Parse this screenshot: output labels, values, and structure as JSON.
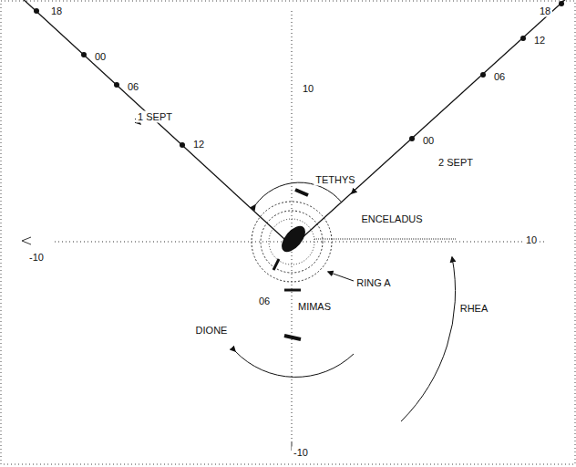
{
  "diagram": {
    "labels": [
      "18",
      "00",
      "1 SEPT",
      "06",
      "12",
      "10",
      "18",
      "12",
      "06",
      "2 SEPT",
      "00",
      "TETHYS",
      "ENCELADUS",
      "-10",
      "10",
      "RING A",
      "06",
      "MIMAS",
      "RHEA",
      "DIONE",
      "-10"
    ]
  }
}
